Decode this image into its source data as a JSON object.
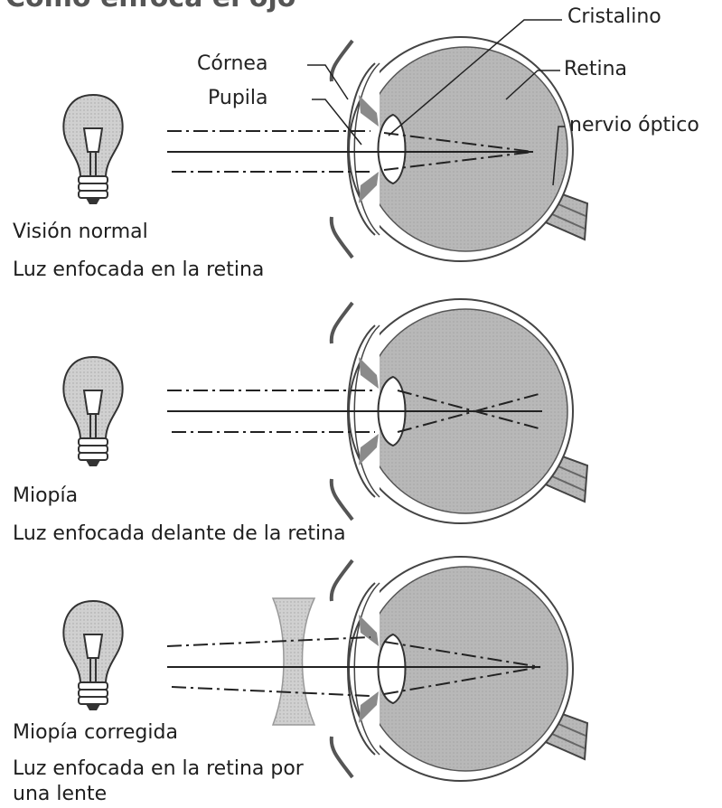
{
  "title": "Cómo enfoca el ojo",
  "labels": {
    "cristalino": "Cristalino",
    "cornea": "Córnea",
    "pupila": "Pupila",
    "retina": "Retina",
    "nervio": "nervio óptico"
  },
  "panels": [
    {
      "caption1": "Visión normal",
      "caption2": "Luz enfocada en la retina",
      "caption3": ""
    },
    {
      "caption1": "Miopía",
      "caption2": "Luz enfocada delante de la retina",
      "caption3": ""
    },
    {
      "caption1": "Miopía corregida",
      "caption2": "Luz enfocada en la retina por",
      "caption3": "una lente"
    }
  ],
  "colors": {
    "eyeFill": "#bdbdbd",
    "lensFill": "#ffffff",
    "bulbFill": "#cfcfcf",
    "lineColor": "#222222"
  }
}
